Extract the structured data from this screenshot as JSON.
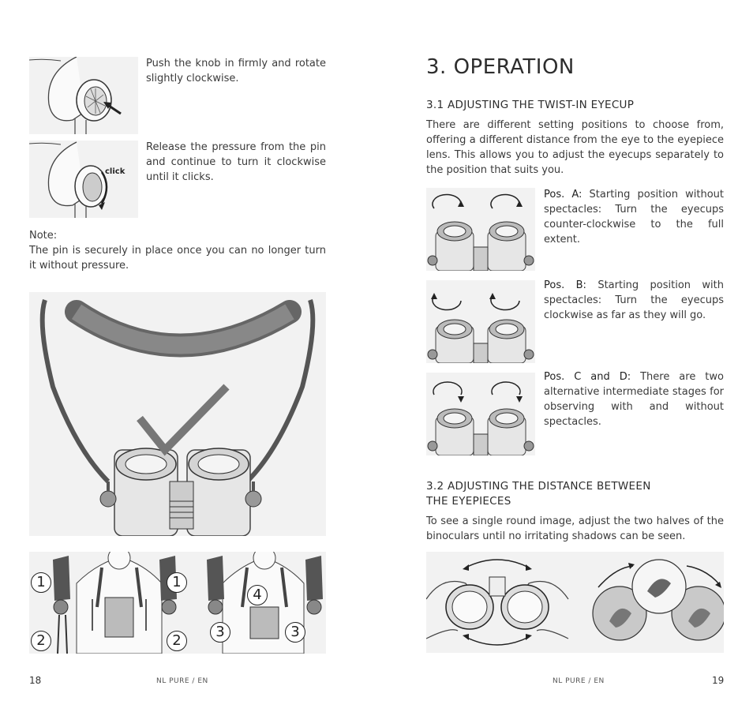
{
  "left_page": {
    "step1_text": "Push the knob in firmly and rotate slightly clockwise.",
    "step2_text": "Release the pressure from the pin and continue to turn it clockwise until it clicks.",
    "click_label": "click",
    "note_heading": "Note:",
    "note_text": "The pin is securely in place once you can no longer turn it without pressure.",
    "strap_numbers": [
      "1",
      "2",
      "1",
      "2",
      "4",
      "3",
      "3"
    ],
    "page_number": "18",
    "footer_label": "NL PURE / EN"
  },
  "right_page": {
    "title": "3. OPERATION",
    "section1_heading": "3.1 ADJUSTING THE TWIST-IN EYECUP",
    "section1_text": "There are different setting positions to choose from, offering a different distance from the eye to the eyepiece lens. This allows you to adjust the eyecups separately to the position that suits you.",
    "positions": [
      {
        "label": "Pos. A:",
        "text": "Starting position without spectacles: Turn the eyecups counter-clockwise to the full extent."
      },
      {
        "label": "Pos. B:",
        "text": "Starting position with spectacles: Turn the eyecups clockwise as far as they will go."
      },
      {
        "label": "Pos. C and D:",
        "text": "There are two alternative intermediate stages for observing with and without spectacles."
      }
    ],
    "section2_heading_line1": "3.2 ADJUSTING THE DISTANCE BETWEEN",
    "section2_heading_line2": "THE EYEPIECES",
    "section2_text": "To see a single round image, adjust the two halves of the binoculars until no irritating shadows can be seen.",
    "page_number": "19",
    "footer_label": "NL PURE / EN"
  }
}
